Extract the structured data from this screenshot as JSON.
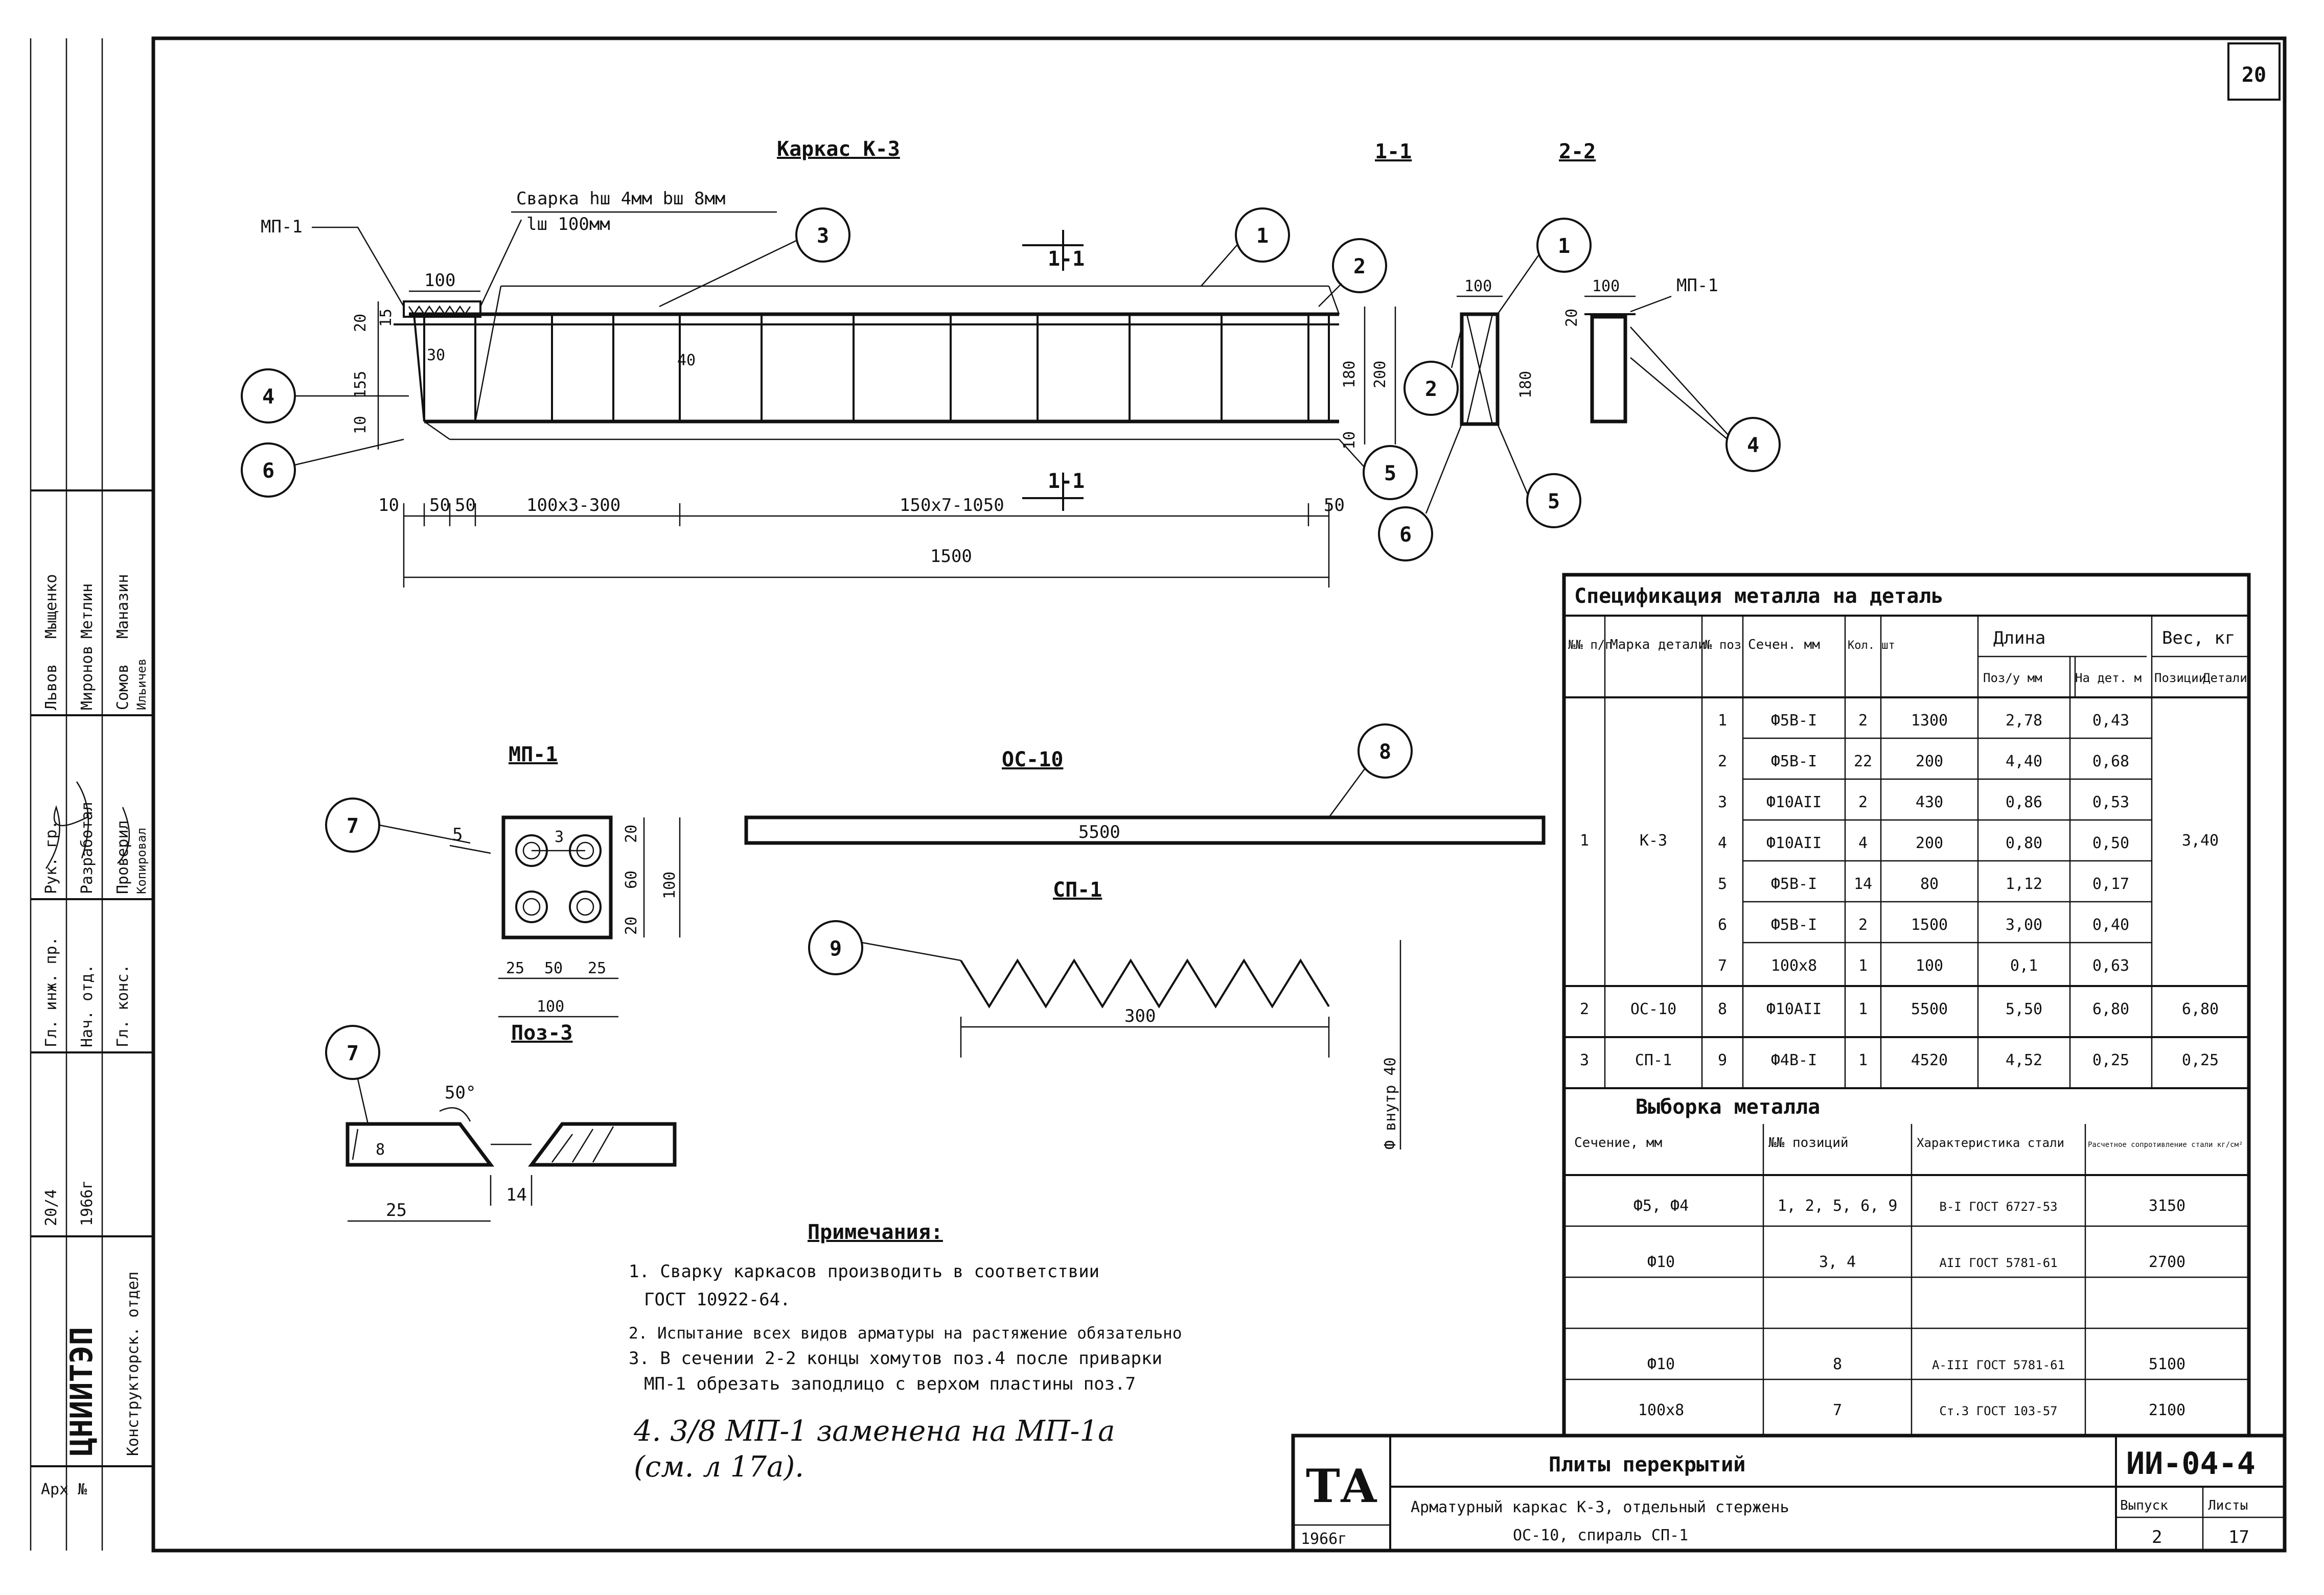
{
  "sheet_number": "20",
  "frame": {
    "name": "Каркас К-3",
    "sections": [
      "1-1",
      "2-2"
    ],
    "weld_note": "Сварка hш 4мм bш 8мм",
    "weld_length": "lш 100мм",
    "plate_label": "МП-1",
    "dims": {
      "top": "100",
      "left_20": "20",
      "left_155": "155",
      "left_15": "15",
      "left_10": "10",
      "right_180": "180",
      "right_200": "200",
      "right_10": "10",
      "center_40": "40",
      "center_30": "30",
      "b1": "10",
      "b2": "50",
      "b3": "50",
      "b4": "100x3-300",
      "b5": "150x7-1050",
      "b6": "50",
      "total": "1500"
    },
    "callouts": [
      "3",
      "1",
      "2",
      "4",
      "6",
      "5"
    ]
  },
  "section11": {
    "w": "100",
    "h": "180",
    "callouts": [
      "1",
      "2",
      "5",
      "6"
    ]
  },
  "section22": {
    "w": "100",
    "h": "180",
    "d": "20",
    "plate_label": "МП-1",
    "callouts": [
      "4"
    ]
  },
  "plate": {
    "title": "МП-1",
    "callout": "7",
    "weld": "5",
    "inner": "3",
    "dims_right": [
      "20",
      "60",
      "20"
    ],
    "dims_total_side": "100",
    "dims_bottom": [
      "25",
      "50",
      "25"
    ],
    "dims_total": "100"
  },
  "rod": {
    "title": "ОС-10",
    "length": "5500",
    "callout": "8"
  },
  "spiral": {
    "title": "СП-1",
    "length": "300",
    "callout": "9",
    "inner": "Ф внутр 40"
  },
  "pos3": {
    "title": "Поз-3",
    "callout": "7",
    "angle": "50°",
    "w": "25",
    "gap": "14",
    "t": "8"
  },
  "notes": {
    "title": "Примечания:",
    "items": [
      "1. Сварку каркасов производить в соответствии",
      "ГОСТ 10922-64.",
      "2. Испытание всех видов арматуры на растяжение обязательно",
      "3. В сечении 2-2 концы хомутов поз.4 после приварки",
      "МП-1 обрезать заподлицо с верхом пластины поз.7"
    ],
    "handwritten1": "4. 3/8 МП-1 заменена на МП-1а",
    "handwritten2": "(см. л 17а)."
  },
  "spec": {
    "title": "Спецификация металла на деталь",
    "headers": {
      "num": "№№ п/п",
      "mark": "Марка детали",
      "pos": "№ поз",
      "section": "Сечен. мм",
      "qty": "Кол. шт",
      "length": "Длина",
      "len_pos": "Поз/у мм",
      "len_det": "На дет. м",
      "weight": "Вес, кг",
      "w_pos": "Позиции",
      "w_det": "Детали"
    },
    "groups": [
      {
        "num": "1",
        "mark": "К-3",
        "total": "3,40",
        "rows": [
          [
            "1",
            "Ф5В-I",
            "2",
            "1300",
            "2,78",
            "0,43"
          ],
          [
            "2",
            "Ф5В-I",
            "22",
            "200",
            "4,40",
            "0,68"
          ],
          [
            "3",
            "Ф10АII",
            "2",
            "430",
            "0,86",
            "0,53"
          ],
          [
            "4",
            "Ф10АII",
            "4",
            "200",
            "0,80",
            "0,50"
          ],
          [
            "5",
            "Ф5В-I",
            "14",
            "80",
            "1,12",
            "0,17"
          ],
          [
            "6",
            "Ф5В-I",
            "2",
            "1500",
            "3,00",
            "0,40"
          ],
          [
            "7",
            "100х8",
            "1",
            "100",
            "0,1",
            "0,63"
          ]
        ]
      },
      {
        "num": "2",
        "mark": "ОС-10",
        "total": "6,80",
        "rows": [
          [
            "8",
            "Ф10АII",
            "1",
            "5500",
            "5,50",
            "6,80"
          ]
        ]
      },
      {
        "num": "3",
        "mark": "СП-1",
        "total": "0,25",
        "rows": [
          [
            "9",
            "Ф4В-I",
            "1",
            "4520",
            "4,52",
            "0,25"
          ]
        ]
      }
    ]
  },
  "metal": {
    "title": "Выборка металла",
    "headers": [
      "Сечение, мм",
      "№№ позиций",
      "Характеристика стали",
      "Расчетное сопротивление стали кг/см²"
    ],
    "rows": [
      [
        "Ф5, Ф4",
        "1, 2, 5, 6, 9",
        "В-I ГОСТ 6727-53",
        "3150"
      ],
      [
        "Ф10",
        "3, 4",
        "АII ГОСТ 5781-61",
        "2700"
      ],
      [
        "Ф10",
        "8",
        "А-III ГОСТ 5781-61",
        "5100"
      ],
      [
        "100х8",
        "7",
        "Ст.3 ГОСТ 103-57",
        "2100"
      ]
    ]
  },
  "stamp": {
    "org_mark": "ТА",
    "year": "1966г",
    "title": "Плиты перекрытий",
    "subtitle1": "Арматурный каркас К-3, отдельный стержень",
    "subtitle2": "ОС-10, спираль СП-1",
    "code": "ИИ-04-4",
    "issue_label": "Выпуск",
    "issue": "2",
    "sheet_label": "Листы",
    "sheet": "17"
  },
  "sidebar": {
    "org": "ЦНИИТЭП",
    "dept": "Конструкторск. отдел",
    "arch": "Арх №",
    "num": "20/4",
    "year": "1966г",
    "roles": [
      "Гл. инж. пр.",
      "Нач. отд.",
      "Гл. конс.",
      "Рук. гр.",
      "Разработал",
      "Проверил",
      "Копировал"
    ],
    "names": [
      "Львов",
      "Миронов",
      "Сомов",
      "Ильичев",
      "Мыщенко",
      "Метлин",
      "Маназин"
    ]
  }
}
